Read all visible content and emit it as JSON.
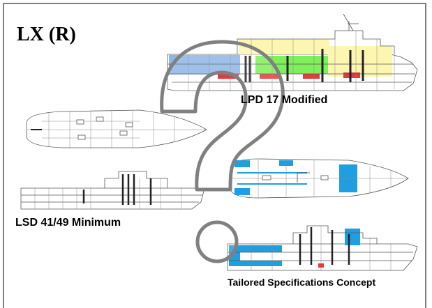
{
  "title": "LX (R)",
  "labels": {
    "lpd": "LPD 17 Modified",
    "lsd": "LSD 41/49 Minimum",
    "tailored": "Tailored Specifications Concept"
  },
  "colors": {
    "frame": "#7f7f7f",
    "line": "#555555",
    "well_deck_blue": "#8fb5e6",
    "green_zone": "#7ef05a",
    "red_zone": "#e33b3b",
    "yellow_zone": "#fdf6b0",
    "tailored_blue": "#1f9fe0",
    "question_mark_stroke": "#808080"
  },
  "icons": {
    "overlay": "question-mark-outline"
  }
}
